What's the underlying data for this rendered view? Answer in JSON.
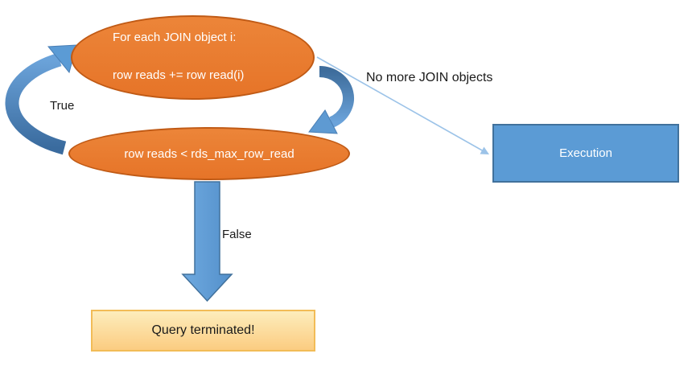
{
  "colors": {
    "orange_fill": "#E97C30",
    "orange_border": "#C05A15",
    "blue_fill": "#5B9BD5",
    "blue_border": "#41719C",
    "light_blue_connector": "#9CC3E8",
    "gold_border": "#F2BC57",
    "gold_fill_top": "#FDEDBC",
    "gold_fill_bottom": "#FBCC81",
    "node_text": "#FFFFFF",
    "label_text": "#1A1A1A"
  },
  "nodes": {
    "loop": {
      "line1": "For each JOIN object i:",
      "line2": "row reads += row read(i)"
    },
    "condition": {
      "label": "row reads < rds_max_row_read"
    },
    "execution": {
      "label": "Execution"
    },
    "terminated": {
      "label": "Query terminated!"
    }
  },
  "labels": {
    "true": "True",
    "false": "False",
    "no_more": "No more JOIN objects"
  }
}
